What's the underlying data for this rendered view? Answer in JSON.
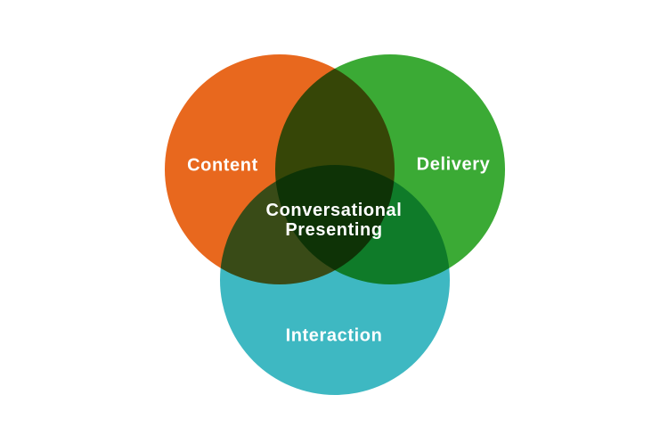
{
  "diagram": {
    "type": "venn-3-circle",
    "background_color": "#FFFFFF",
    "text_color": "#FFFFFF",
    "overlap_effect": "multiply",
    "circles": [
      {
        "label": "Content",
        "color": "#E8681E",
        "position": "top-left"
      },
      {
        "label": "Delivery",
        "color": "#3BAA35",
        "position": "top-right"
      },
      {
        "label": "Interaction",
        "color": "#3EB8C2",
        "position": "bottom-center"
      }
    ],
    "center_label": {
      "line1": "Conversational",
      "line2": "Presenting"
    }
  }
}
